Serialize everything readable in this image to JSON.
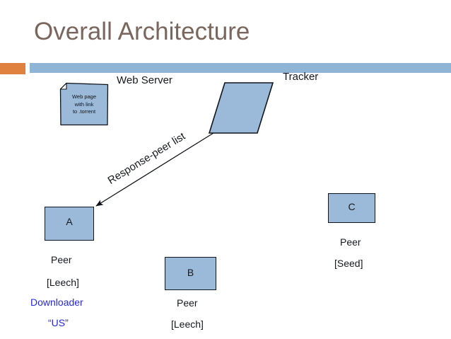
{
  "slide": {
    "title": "Overall Architecture",
    "title_color": "#7a665c",
    "background": "#ffffff",
    "accent_orange": "#e0813f",
    "accent_blue": "#8fb4d5",
    "shape_fill": "#9bb9d8",
    "shape_stroke": "#11161c",
    "highlight_text_color": "#2828d8"
  },
  "diagram": {
    "type": "architecture-diagram",
    "webpage_document": {
      "line1": "Web page",
      "line2": "with link",
      "line3": "to .torrent"
    },
    "web_server_label": "Web Server",
    "tracker_label": "Tracker",
    "arrow_caption": "Response-peer list",
    "nodes": [
      {
        "id": "a",
        "label": "A",
        "role": "Peer",
        "state": "[Leech]",
        "extra1": "Downloader",
        "extra2": "“US”"
      },
      {
        "id": "b",
        "label": "B",
        "role": "Peer",
        "state": "[Leech]"
      },
      {
        "id": "c",
        "label": "C",
        "role": "Peer",
        "state": "[Seed]"
      }
    ]
  }
}
